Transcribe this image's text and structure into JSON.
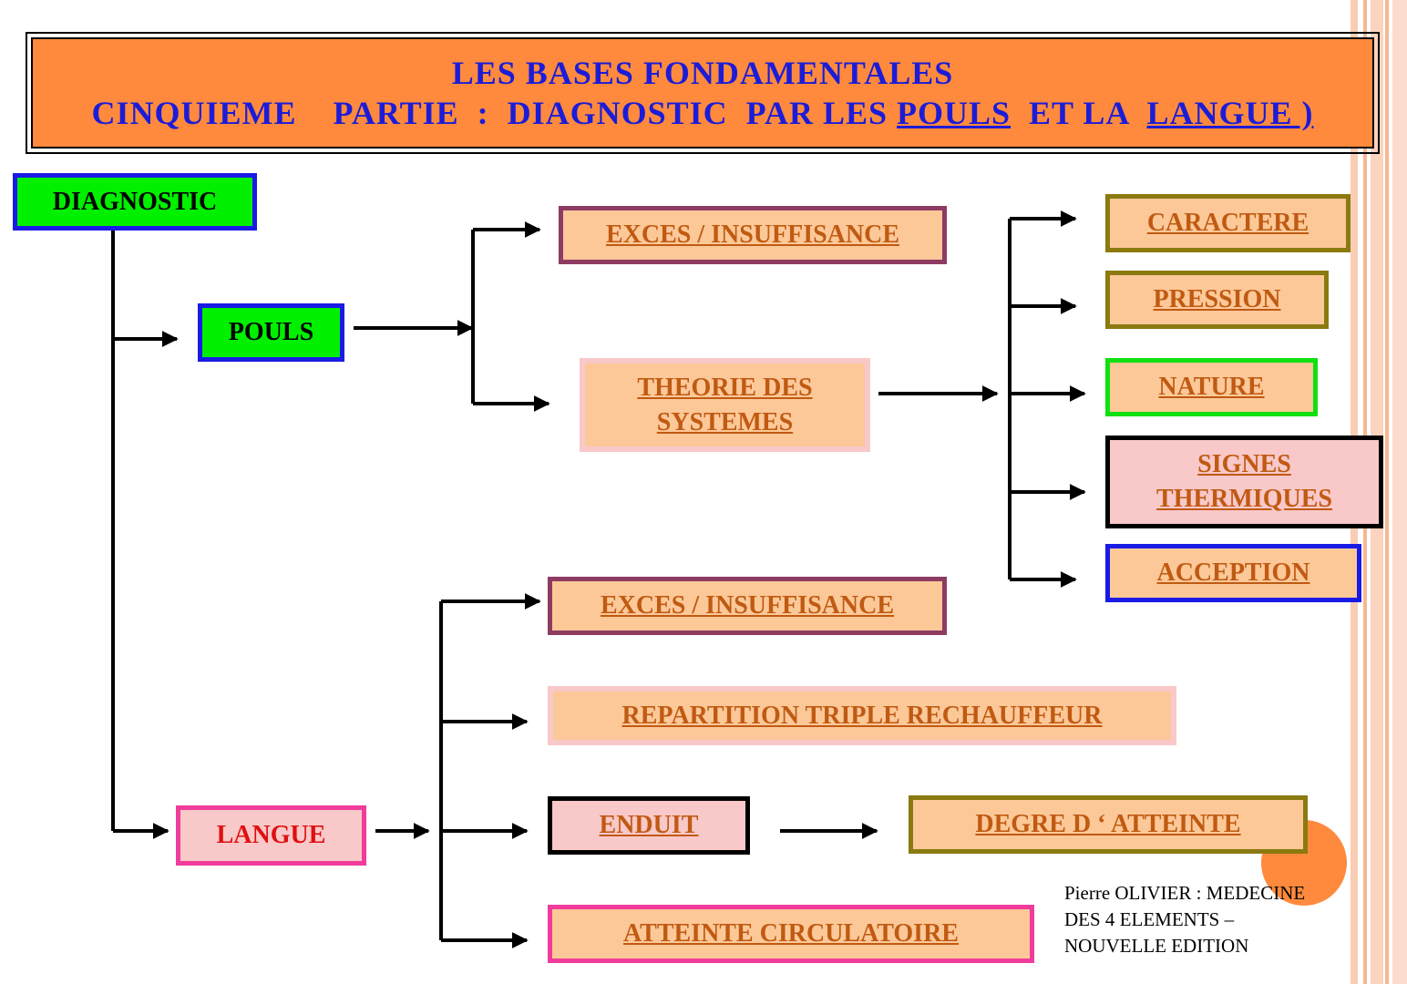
{
  "title": {
    "line1": "LES  BASES  FONDAMENTALES",
    "line2_pre": "CINQUIEME    PARTIE  :  DIAGNOSTIC  PAR LES ",
    "line2_pouls": "POULS",
    "line2_mid": "  ET LA  ",
    "line2_langue": "LANGUE )"
  },
  "diagram": {
    "root": "DIAGNOSTIC",
    "pouls": {
      "label": "POULS",
      "exces": "EXCES / INSUFFISANCE",
      "theorie": "THEORIE  DES\nSYSTEMES",
      "systemes": {
        "caractere": "CARACTERE",
        "pression": "PRESSION",
        "nature": "NATURE",
        "signes": "SIGNES\nTHERMIQUES",
        "acception": "ACCEPTION"
      }
    },
    "langue": {
      "label": "LANGUE",
      "exces": "EXCES / INSUFFISANCE",
      "repartition": "REPARTITION  TRIPLE  RECHAUFFEUR",
      "enduit": "ENDUIT",
      "degre": "DEGRE  D ‘ ATTEINTE",
      "atteinte": "ATTEINTE  CIRCULATOIRE"
    }
  },
  "footer": {
    "line1": "Pierre  OLIVIER : MEDECINE",
    "line2": "DES 4  ELEMENTS –",
    "line3": "NOUVELLE EDITION"
  },
  "colors": {
    "header_bg": "#ff8a3d",
    "title_text": "#1c1cd8",
    "box_text": "#c05a12",
    "langue_text": "#e01010",
    "peach_fill": "#fcc898",
    "pink_fill": "#f9c8c8",
    "green_fill": "#00f000"
  }
}
